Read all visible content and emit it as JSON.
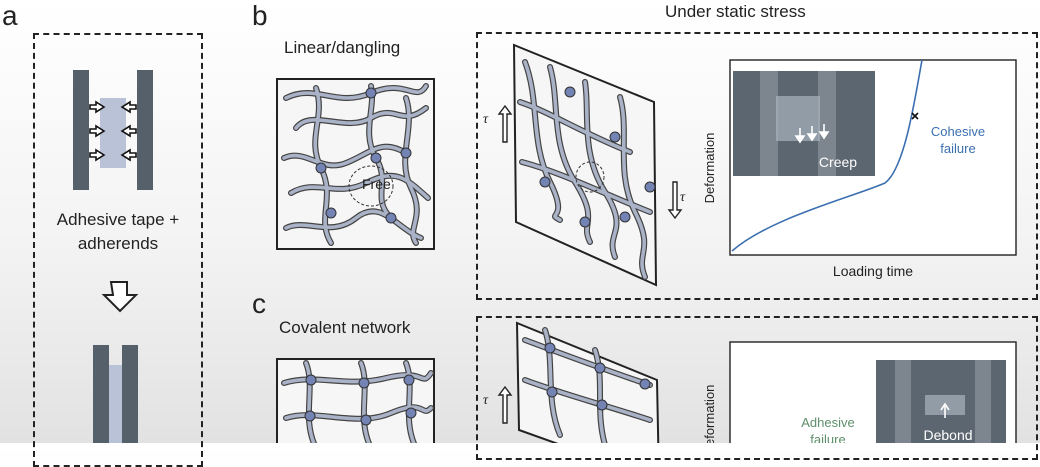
{
  "panel_a": {
    "letter": "a",
    "tape_label_line1": "Adhesive tape +",
    "tape_label_line2": "adherends"
  },
  "panel_b": {
    "letter": "b",
    "top_title": "Under static stress",
    "network_label": "Linear/dangling",
    "free_label": "Free",
    "tau_symbol": "τ",
    "inset_label": "Creep",
    "plot": {
      "ylabel": "Deformation",
      "xlabel": "Loading time",
      "annotation_line1": "Cohesive",
      "annotation_line2": "failure",
      "curve_color": "#3b6fb0"
    }
  },
  "panel_c": {
    "letter": "c",
    "network_label": "Covalent network",
    "tau_symbol": "τ",
    "inset_label": "Debond",
    "plot": {
      "ylabel": "Deformation",
      "annotation_line1": "Adhesive",
      "annotation_line2": "failure",
      "annotation_color": "#5d8f6a"
    }
  },
  "colors": {
    "adherend": "#56606b",
    "tape": "#b9c2d6",
    "chain": "#a9b2c6",
    "node": "#7383b3",
    "inset_bg": "#5c6670"
  }
}
